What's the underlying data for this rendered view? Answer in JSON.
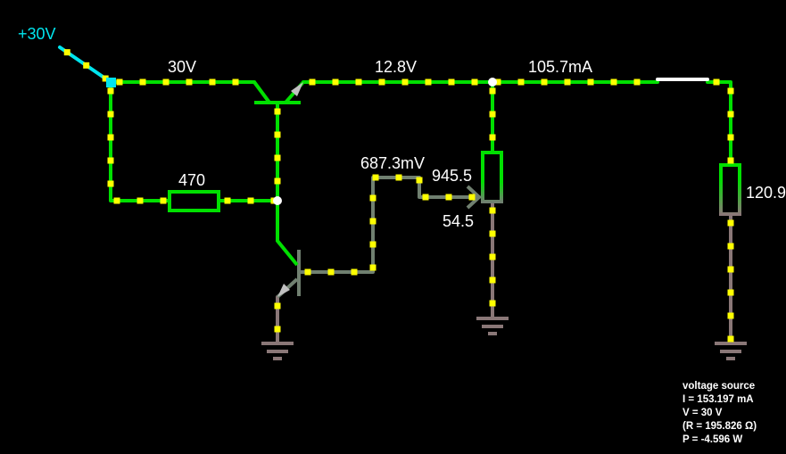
{
  "colors": {
    "wire_hot": "#00e000",
    "wire_low": "#708070",
    "wire_ground": "#8a7777",
    "source": "#00e5ee",
    "current_dot": "#ffff00",
    "node": "#ffffff"
  },
  "labels": {
    "source": "+30V",
    "top_left_voltage": "30V",
    "mid_voltage": "12.8V",
    "current": "105.7mA",
    "resistor": "470",
    "wiper_voltage": "687.3mV",
    "pot_top": "945.5",
    "pot_bottom": "54.5",
    "load_resistor": "120.9"
  },
  "info": {
    "title": "voltage source",
    "current": "I = 153.197 mA",
    "voltage": "V = 30 V",
    "resistance": "(R = 195.826 Ω)",
    "power": "P = -4.596 W"
  }
}
